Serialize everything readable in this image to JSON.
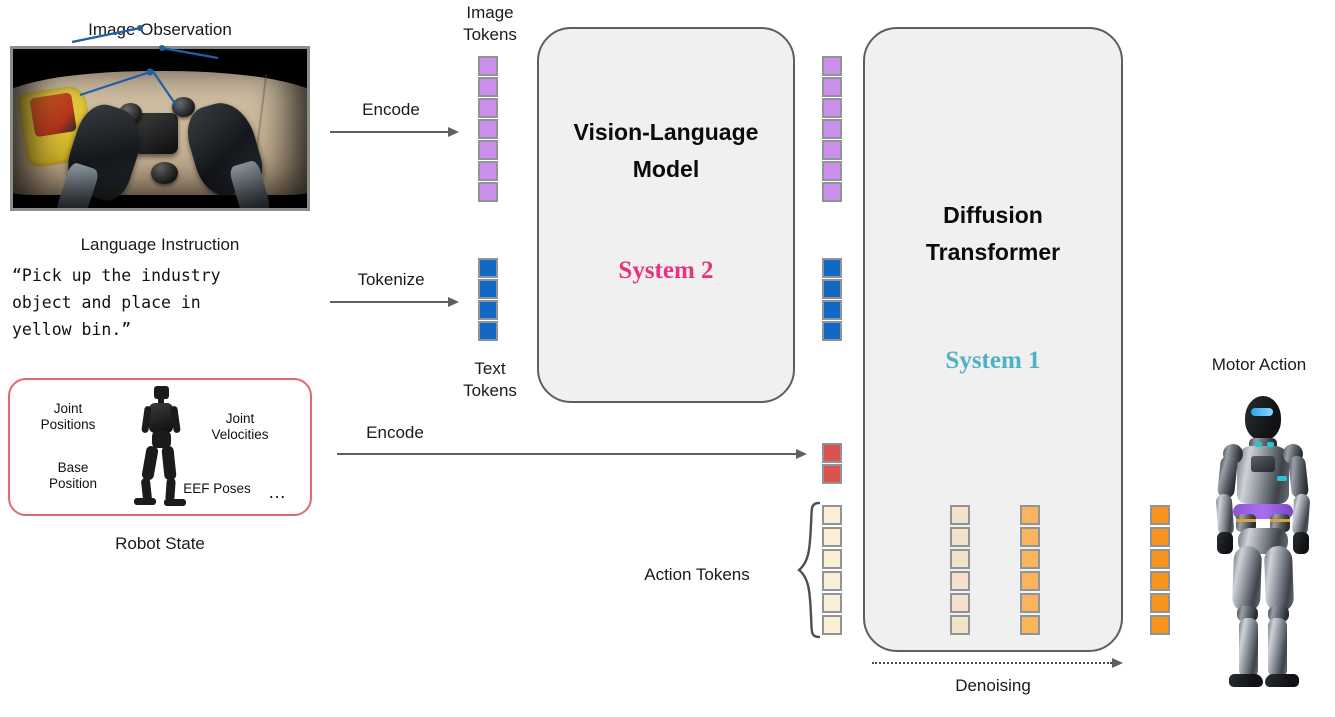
{
  "figure": {
    "title": "Vision-Language-Action model architecture diagram",
    "background": "#ffffff"
  },
  "left_column": {
    "image_observation_label": "Image Observation",
    "language_instruction_label": "Language Instruction",
    "instruction_text": "“Pick up the industry\nobject and place in\nyellow bin.”",
    "robot_state_label": "Robot State",
    "robot_state_callouts": [
      {
        "id": "joint-positions",
        "line1": "Joint",
        "line2": "Positions"
      },
      {
        "id": "joint-velocities",
        "line1": "Joint",
        "line2": "Velocities"
      },
      {
        "id": "base-position",
        "line1": "Base",
        "line2": "Position"
      },
      {
        "id": "eef-poses",
        "line1": "EEF Poses",
        "line2": ""
      },
      {
        "id": "ellipsis",
        "line1": "…",
        "line2": ""
      }
    ]
  },
  "arrows": [
    {
      "id": "encode-image",
      "label": "Encode"
    },
    {
      "id": "tokenize-text",
      "label": "Tokenize"
    },
    {
      "id": "encode-state",
      "label": "Encode"
    },
    {
      "id": "denoising",
      "label": "Denoising"
    }
  ],
  "token_groups": {
    "image_tokens": {
      "label_line1": "Image",
      "label_line2": "Tokens",
      "count": 7,
      "color": "#ca8fe8"
    },
    "text_tokens": {
      "label_line1": "Text",
      "label_line2": "Tokens",
      "count": 4,
      "color": "#1268c3"
    },
    "vlm_out_image": {
      "count": 7,
      "color": "#ca8fe8"
    },
    "vlm_out_text": {
      "count": 4,
      "color": "#1268c3"
    },
    "state_tokens": {
      "count": 2,
      "color": "#d9534f"
    },
    "action_tokens": {
      "label": "Action Tokens",
      "count": 6,
      "color": "#fdeed8"
    },
    "dit_noisy_tokens": {
      "count": 6,
      "color": "#f2e2cb"
    },
    "dit_mid_tokens": {
      "count": 6,
      "color": "#fab45c"
    },
    "output_tokens": {
      "count": 6,
      "color": "#f7941d"
    }
  },
  "models": {
    "vlm": {
      "title_line1": "Vision-Language",
      "title_line2": "Model",
      "system_label": "System 2",
      "system_color": "#e8327c",
      "fill": "#f0f0f0",
      "stroke": "#595f64"
    },
    "dit": {
      "title_line1": "Diffusion",
      "title_line2": "Transformer",
      "system_label": "System 1",
      "system_color": "#4fb0c6",
      "fill": "#f0f0f0",
      "stroke": "#595f64"
    }
  },
  "right_column": {
    "motor_action_label": "Motor Action"
  }
}
